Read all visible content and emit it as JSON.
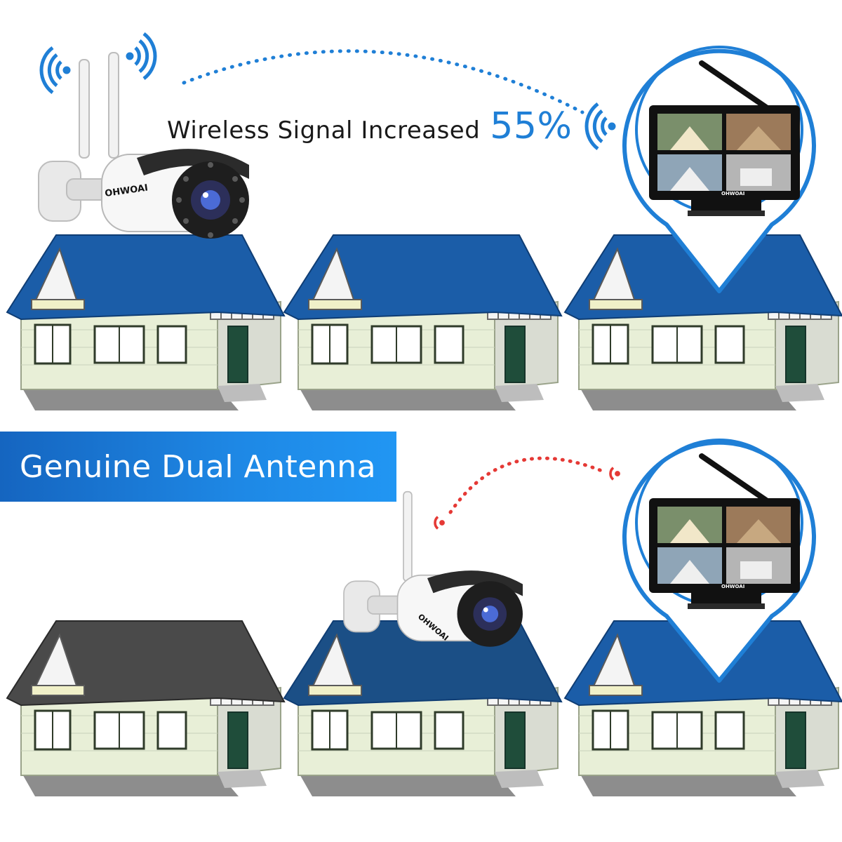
{
  "headline": {
    "text": "Wireless Signal Increased",
    "percent": "55%"
  },
  "banner": {
    "text": "Genuine Dual Antenna"
  },
  "camera_brand": "OHWOAI",
  "monitor_brand": "OHWOAI",
  "colors": {
    "accent_blue": "#1f7fd6",
    "roof_blue": "#1b5da8",
    "roof_gray": "#4a4a4a",
    "weak_signal_red": "#e53935",
    "banner_blue": "#1e88e5"
  },
  "icons": [
    "wifi-signal-icon",
    "wireless-camera-icon",
    "nvr-monitor-icon",
    "house-icon"
  ]
}
